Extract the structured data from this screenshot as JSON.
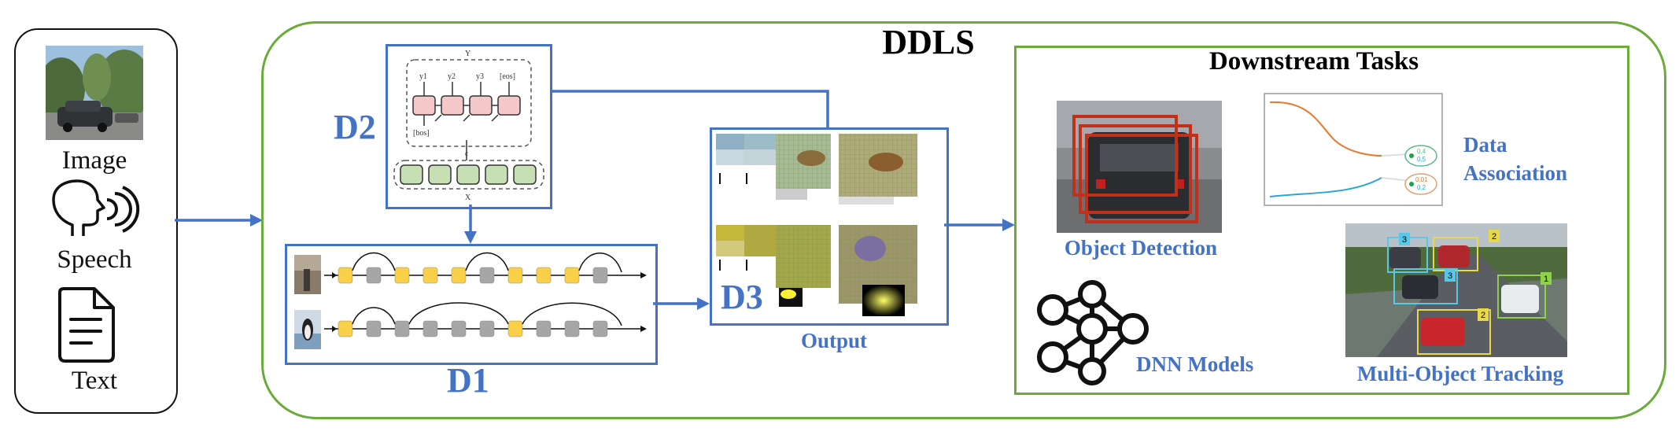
{
  "inputs": {
    "image_label": "Image",
    "speech_label": "Speech",
    "text_label": "Text"
  },
  "ddls": {
    "title": "DDLS",
    "d1_label": "D1",
    "d2_label": "D2",
    "d3_label": "D3",
    "output_label": "Output",
    "d2_diagram": {
      "top_letter": "Y",
      "bottom_letter": "X",
      "outputs": [
        "y1",
        "y2",
        "y3",
        "[eos]"
      ],
      "bos": "[bos]",
      "c_label": "c"
    }
  },
  "downstream": {
    "title": "Downstream Tasks",
    "object_detection": "Object Detection",
    "data_association": "Data Association",
    "dnn_models": "DNN Models",
    "multi_object_tracking": "Multi-Object Tracking",
    "assoc_values": [
      "0.4",
      "0.5",
      "0.01",
      "0.2"
    ],
    "track_ids": [
      "3",
      "2",
      "3",
      "1",
      "2"
    ]
  },
  "colors": {
    "green_border": "#6aab3c",
    "blue_accent": "#4472c4",
    "yellow_node": "#f9d047",
    "gray_node": "#a6a6a6",
    "pink_cell": "#f4c7c9",
    "green_cell": "#c6e0b4"
  }
}
